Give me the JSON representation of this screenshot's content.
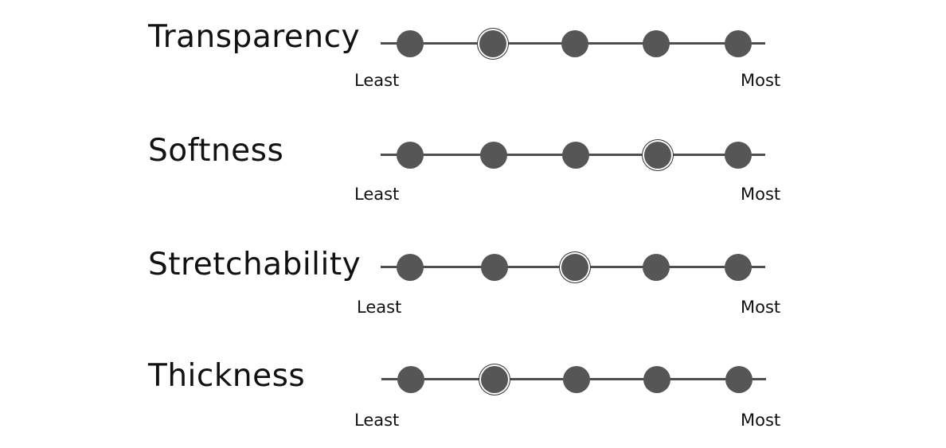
{
  "scales": [
    {
      "label": "Transparency",
      "min_label": "Least",
      "max_label": "Most",
      "points": 5,
      "selected": 2
    },
    {
      "label": "Softness",
      "min_label": "Least",
      "max_label": "Most",
      "points": 5,
      "selected": 4
    },
    {
      "label": "Stretchability",
      "min_label": "Least",
      "max_label": "Most",
      "points": 5,
      "selected": 3
    },
    {
      "label": "Thickness",
      "min_label": "Least",
      "max_label": "Most",
      "points": 5,
      "selected": 2
    }
  ],
  "colors": {
    "dot": "#565656",
    "track": "#4f4f4f",
    "selected_ring": "#333333",
    "text": "#111111"
  }
}
